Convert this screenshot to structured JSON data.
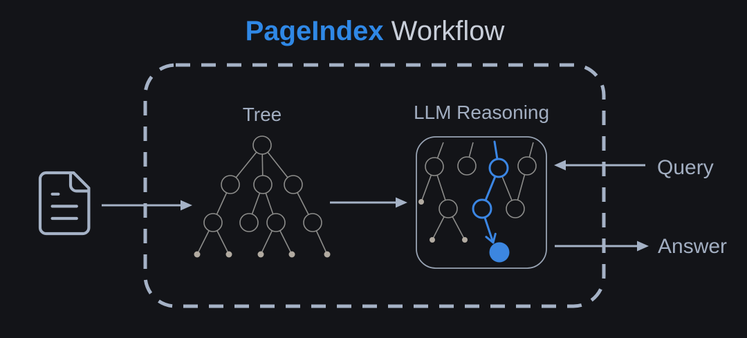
{
  "title": {
    "brand": "PageIndex",
    "rest": "Workflow"
  },
  "sections": {
    "tree_label": "Tree",
    "llm_label": "LLM Reasoning"
  },
  "io_labels": {
    "query": "Query",
    "answer": "Answer"
  },
  "icons": {
    "document": "document-file-icon"
  },
  "colors": {
    "background": "#131418",
    "border-light": "#a5b2c6",
    "text-bright": "#c8ced9",
    "text-light": "#a2aec1",
    "brand-blue": "#2f88e6",
    "path-blue": "#3b86e4",
    "path-blue-fill": "#3c86e0",
    "tree-gray": "#8d8d8b",
    "leaf-dot": "#b2aba1",
    "inner-box": "#99a4b4"
  }
}
